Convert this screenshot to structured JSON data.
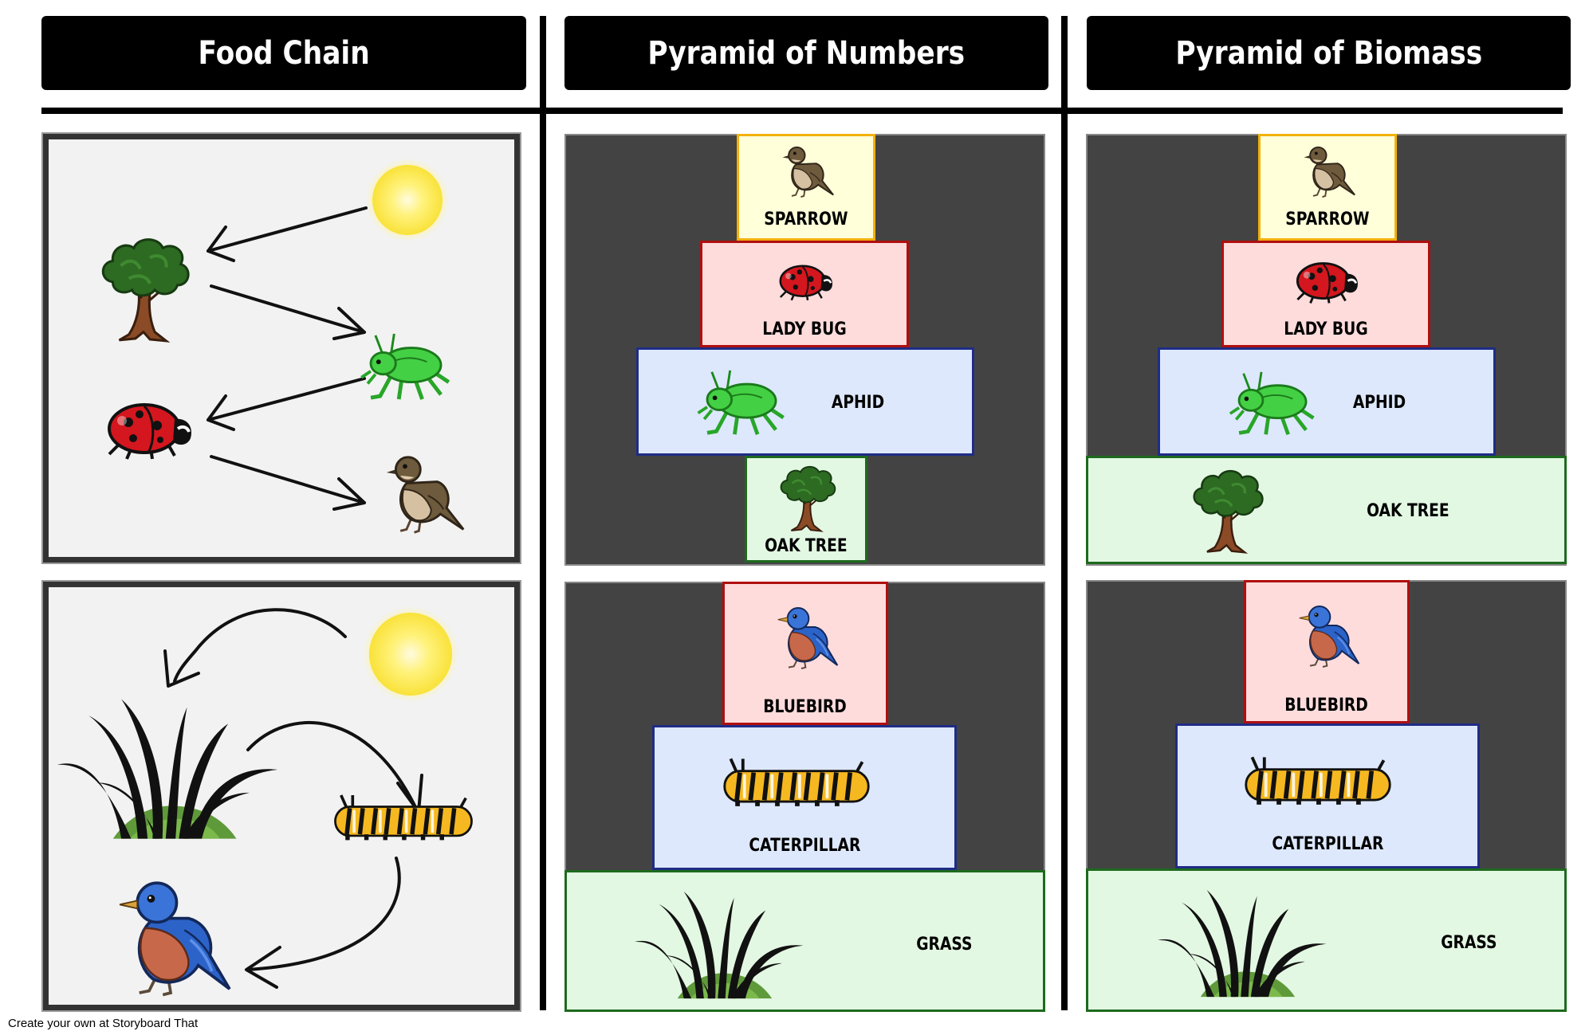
{
  "headers": {
    "col1": "Food Chain",
    "col2": "Pyramid of Numbers",
    "col3": "Pyramid of Biomass"
  },
  "row1": {
    "numbers": {
      "top": "SPARROW",
      "second": "LADY BUG",
      "third": "APHID",
      "base": "OAK TREE"
    },
    "biomass": {
      "top": "SPARROW",
      "second": "LADY BUG",
      "third": "APHID",
      "base": "OAK TREE"
    }
  },
  "row2": {
    "numbers": {
      "top": "BLUEBIRD",
      "middle": "CATERPILLAR",
      "base": "GRASS"
    },
    "biomass": {
      "top": "BLUEBIRD",
      "middle": "CATERPILLAR",
      "base": "GRASS"
    }
  },
  "footer": "Create your own at Storyboard That",
  "colors": {
    "yellow_fill": "#ffffd9",
    "yellow_border": "#f2b10c",
    "red_fill": "#ffdcdc",
    "red_border": "#b00f0f",
    "blue_fill": "#dde8fd",
    "blue_border": "#1f2c86",
    "green_fill": "#e3f8e3",
    "green_border": "#1d6a1d",
    "panel_dark": "#434343"
  }
}
